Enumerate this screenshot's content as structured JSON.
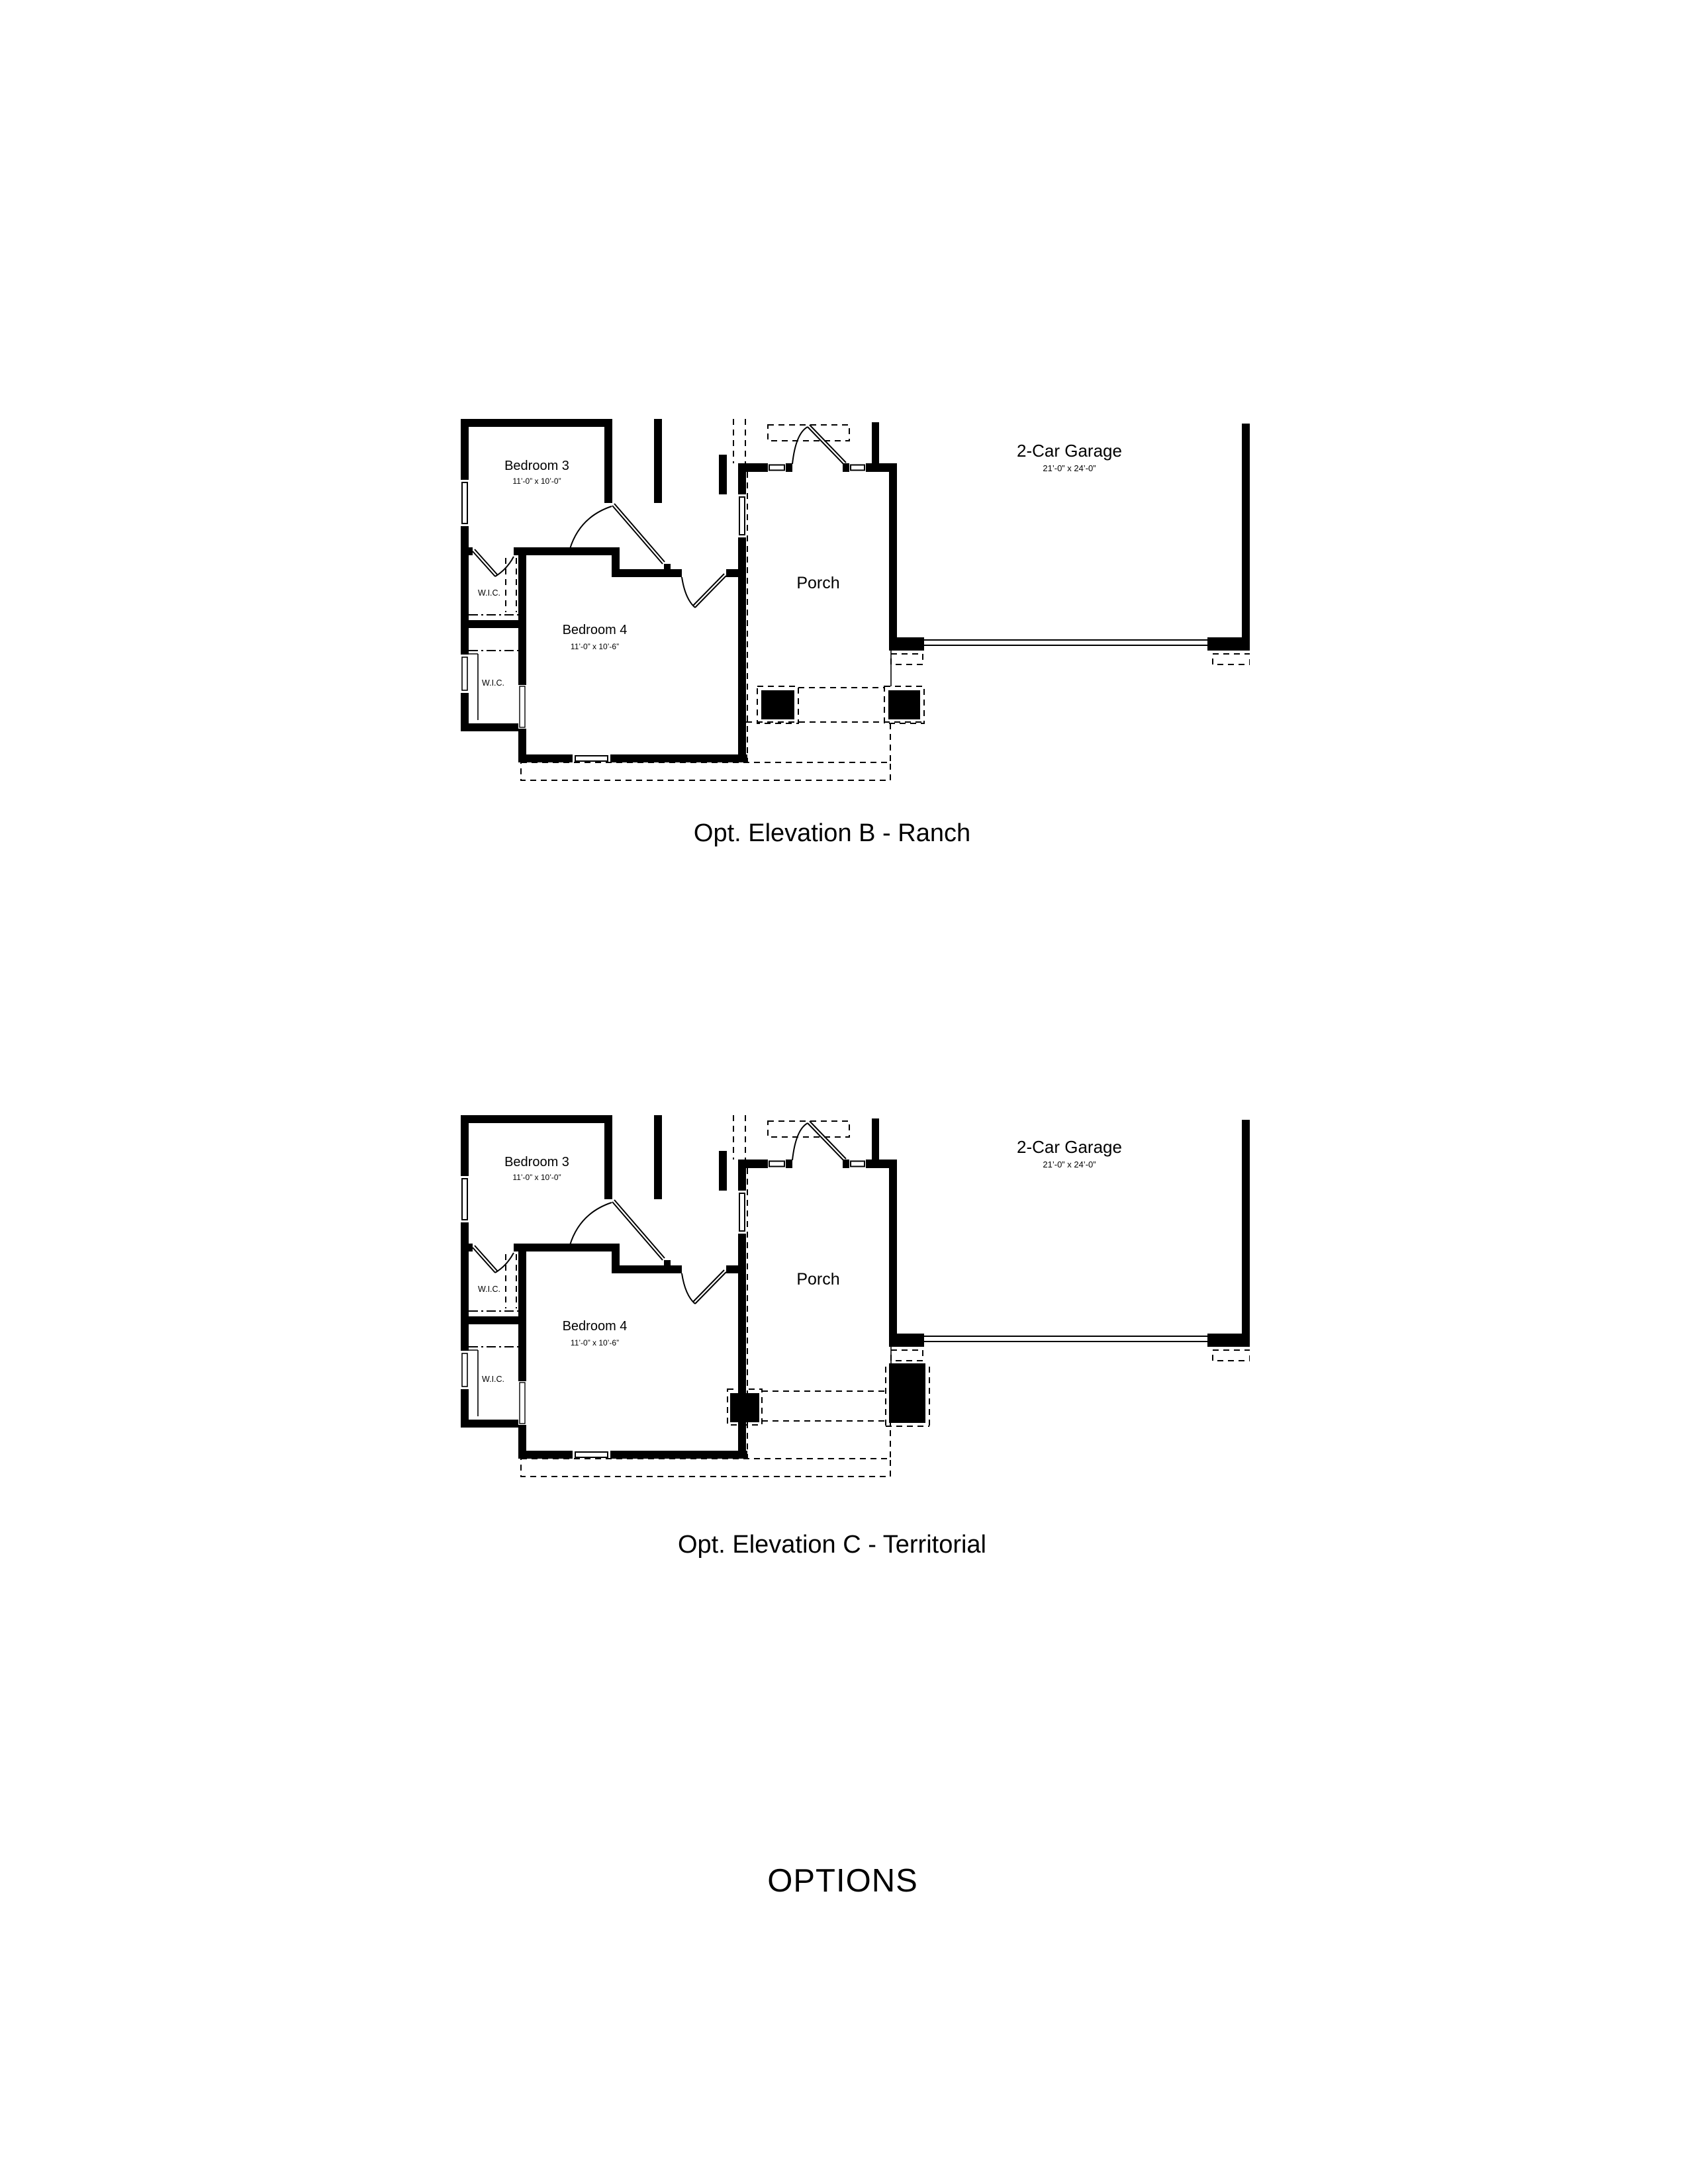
{
  "colors": {
    "ink": "#000000",
    "paper": "#ffffff"
  },
  "plans": [
    {
      "caption": "Opt. Elevation B - Ranch",
      "rooms": {
        "bedroom3": {
          "label": "Bedroom 3",
          "dims": "11’-0” x 10’-0”"
        },
        "bedroom4": {
          "label": "Bedroom 4",
          "dims": "11’-0” x 10’-6”"
        },
        "wic_upper": {
          "label": "W.I.C."
        },
        "wic_lower": {
          "label": "W.I.C."
        },
        "porch": {
          "label": "Porch"
        },
        "garage": {
          "label": "2-Car Garage",
          "dims": "21’-0” x 24’-0”"
        }
      }
    },
    {
      "caption": "Opt. Elevation C - Territorial",
      "rooms": {
        "bedroom3": {
          "label": "Bedroom 3",
          "dims": "11’-0” x 10’-0”"
        },
        "bedroom4": {
          "label": "Bedroom 4",
          "dims": "11’-0” x 10’-6”"
        },
        "wic_upper": {
          "label": "W.I.C."
        },
        "wic_lower": {
          "label": "W.I.C."
        },
        "porch": {
          "label": "Porch"
        },
        "garage": {
          "label": "2-Car Garage",
          "dims": "21’-0” x 24’-0”"
        }
      }
    }
  ],
  "footer": {
    "title": "OPTIONS"
  }
}
